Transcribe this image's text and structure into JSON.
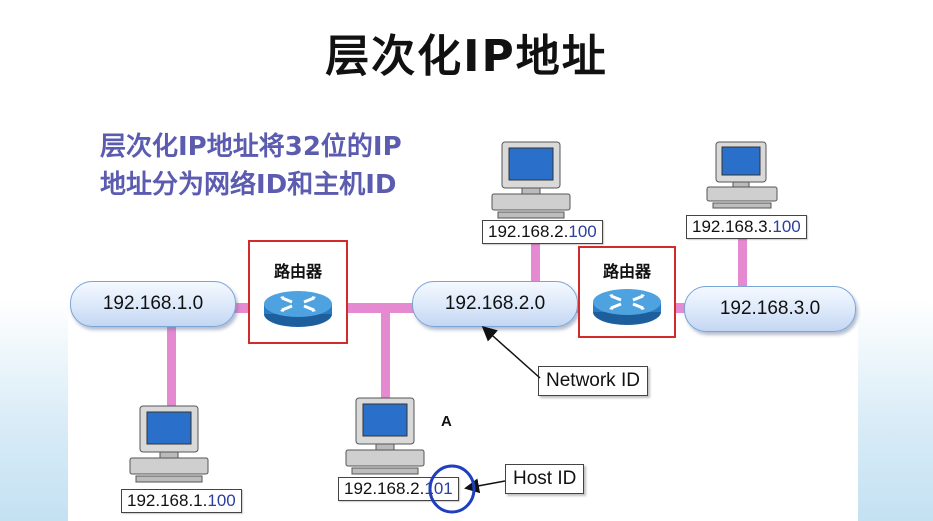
{
  "title": "层次化IP地址",
  "description": {
    "line1": "层次化IP地址将32位的IP",
    "line2": "地址分为网络ID和主机ID"
  },
  "networks": {
    "net1": "192.168.1.0",
    "net2": "192.168.2.0",
    "net3": "192.168.3.0"
  },
  "routers": {
    "router1_label": "路由器",
    "router2_label": "路由器"
  },
  "hosts": {
    "host2_prefix": "192.168.2.",
    "host2_suffix": "100",
    "host3_prefix": "192.168.3.",
    "host3_suffix": "100",
    "host1_prefix": "192.168.1.",
    "host1_suffix": "100",
    "hostA_prefix": "192.168.2.",
    "hostA_suffix": "101"
  },
  "marker_a": "A",
  "callouts": {
    "network_id": "Network ID",
    "host_id": "Host ID"
  },
  "colors": {
    "title": "#111111",
    "description": "#5b5bb0",
    "bus": "#e58ad0",
    "router_frame": "#d22b2b",
    "host_id_digits": "#2a3fa0",
    "host_id_circle": "#1f3fbf"
  }
}
